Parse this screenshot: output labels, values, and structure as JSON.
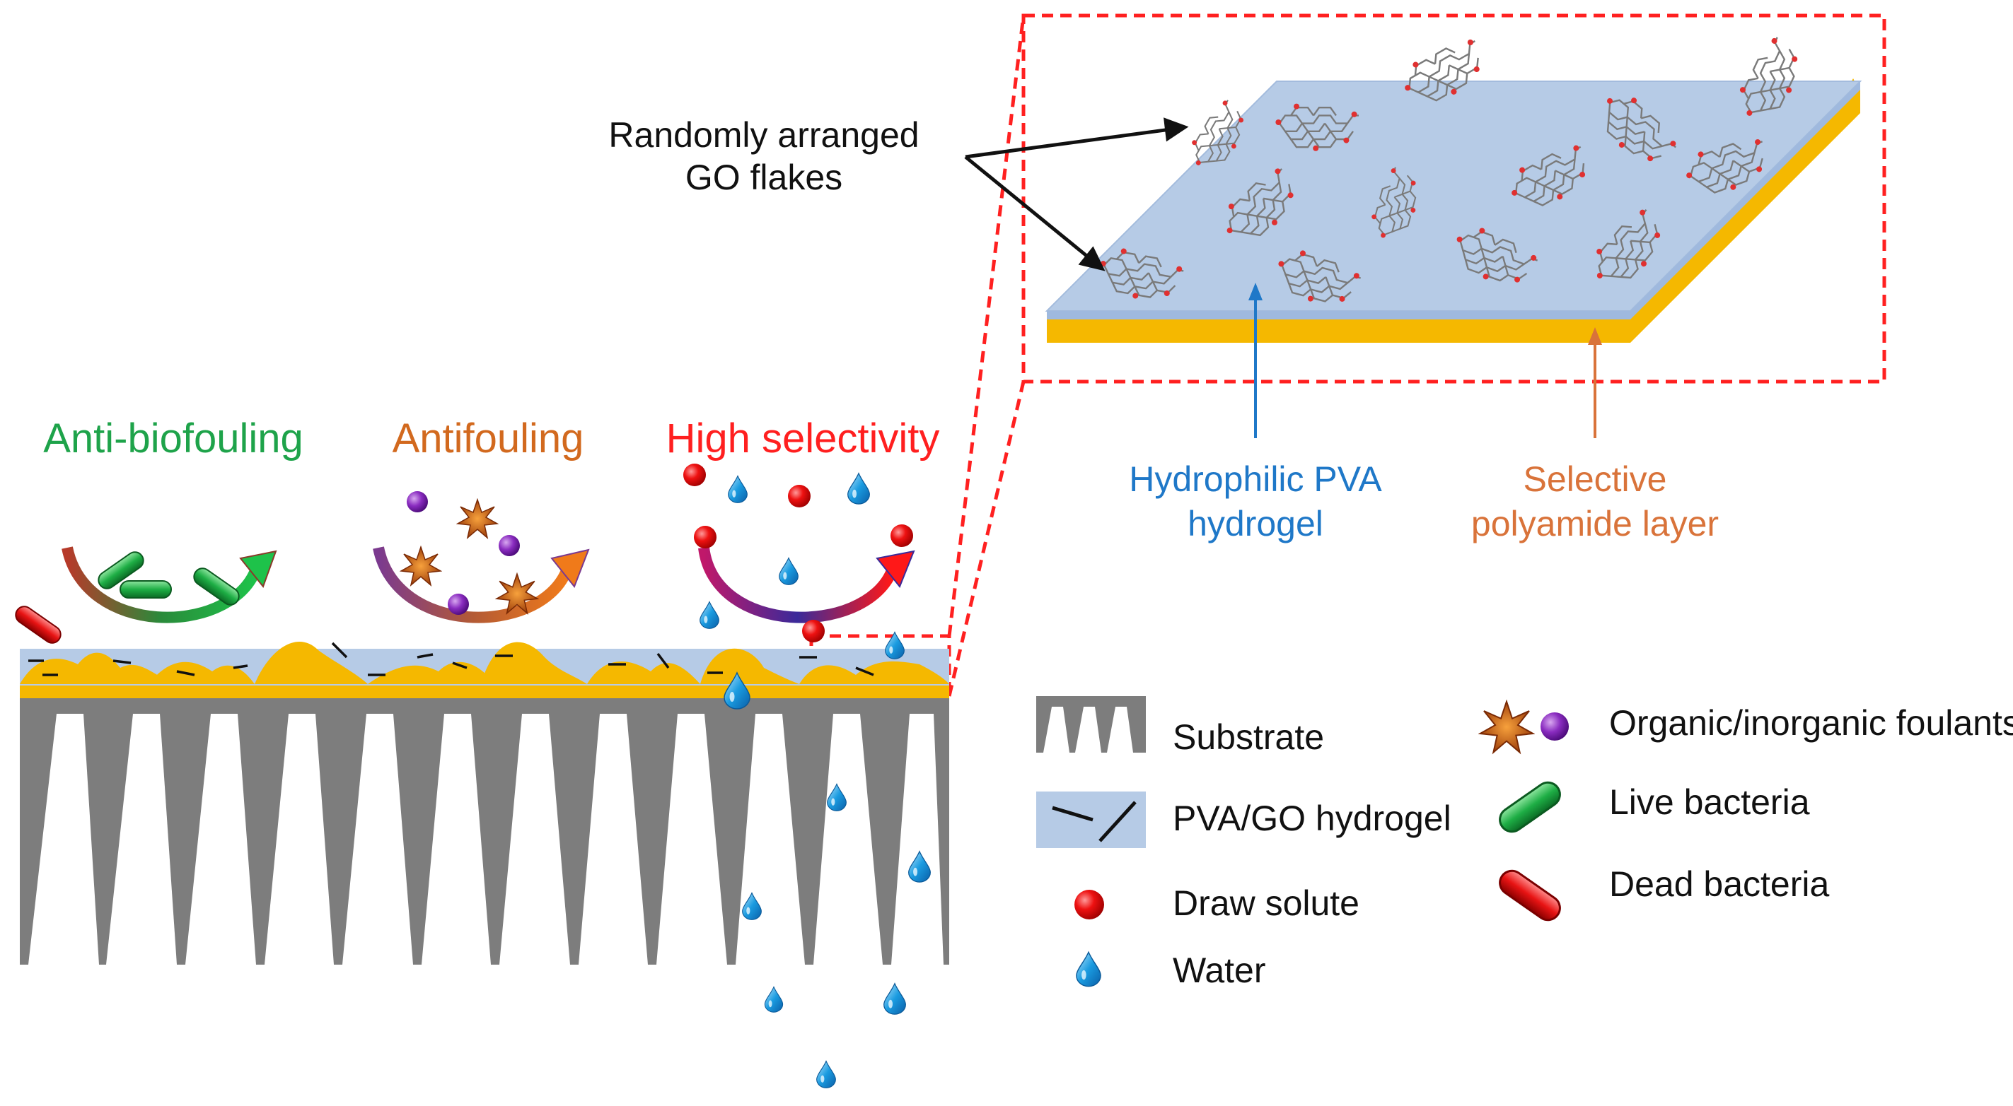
{
  "callout": {
    "line1": "Randomly arranged",
    "line2": "GO flakes"
  },
  "features": {
    "anti_biofouling": "Anti-biofouling",
    "antifouling": "Antifouling",
    "high_selectivity": "High selectivity"
  },
  "layers": {
    "pva_line1": "Hydrophilic PVA",
    "pva_line2": "hydrogel",
    "pa_line1": "Selective",
    "pa_line2": "polyamide layer"
  },
  "legend": {
    "substrate": "Substrate",
    "pva_go": "PVA/GO hydrogel",
    "draw_solute": "Draw solute",
    "water": "Water",
    "foulants": "Organic/inorganic foulants",
    "live_bacteria": "Live bacteria",
    "dead_bacteria": "Dead bacteria"
  },
  "colors": {
    "anti_biofouling": "#1ea34a",
    "antifouling": "#d2691e",
    "high_selectivity": "#ff1f1f",
    "pva_label": "#1f78c8",
    "pa_label": "#d9733a",
    "substrate": "#7d7d7d",
    "hydrogel": "#b6cbe6",
    "polyamide": "#f5b800",
    "zoom_box": "#ff2020"
  }
}
